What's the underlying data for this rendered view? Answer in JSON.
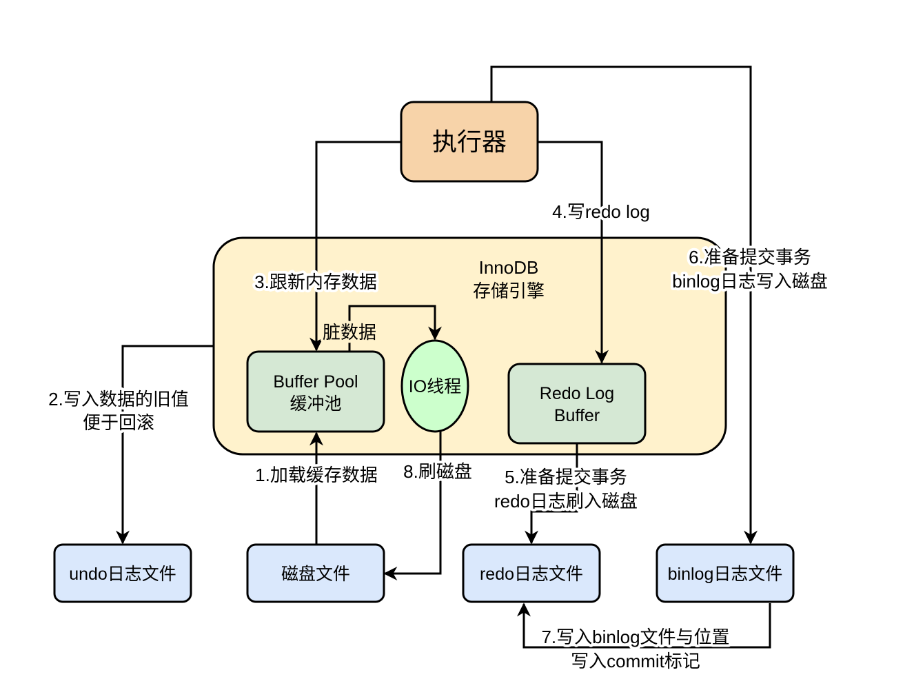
{
  "colors": {
    "executor_fill": "#f7d3a9",
    "innodb_fill": "#fff2cc",
    "buffer_fill": "#d5e8d4",
    "io_fill": "#ccffcc",
    "file_fill": "#dae8fc",
    "stroke": "#000000"
  },
  "nodes": {
    "executor": "执行器",
    "innodb_line1": "InnoDB",
    "innodb_line2": "存储引擎",
    "buffer_pool_line1": "Buffer Pool",
    "buffer_pool_line2": "缓冲池",
    "io_thread": "IO线程",
    "redo_log_buffer_line1": "Redo Log",
    "redo_log_buffer_line2": "Buffer",
    "undo_file": "undo日志文件",
    "disk_file": "磁盘文件",
    "redo_file": "redo日志文件",
    "binlog_file": "binlog日志文件"
  },
  "edges": {
    "step1": "1.加载缓存数据",
    "step2_line1": "2.写入数据的旧值",
    "step2_line2": "便于回滚",
    "step3": "3.跟新内存数据",
    "dirty_data": "脏数据",
    "step4": "4.写redo log",
    "step5_line1": "5.准备提交事务",
    "step5_line2": "redo日志刷入磁盘",
    "step6_line1": "6.准备提交事务",
    "step6_line2": "binlog日志写入磁盘",
    "step7_line1": "7.写入binlog文件与位置",
    "step7_line2": "写入commit标记",
    "step8": "8.刷磁盘"
  }
}
